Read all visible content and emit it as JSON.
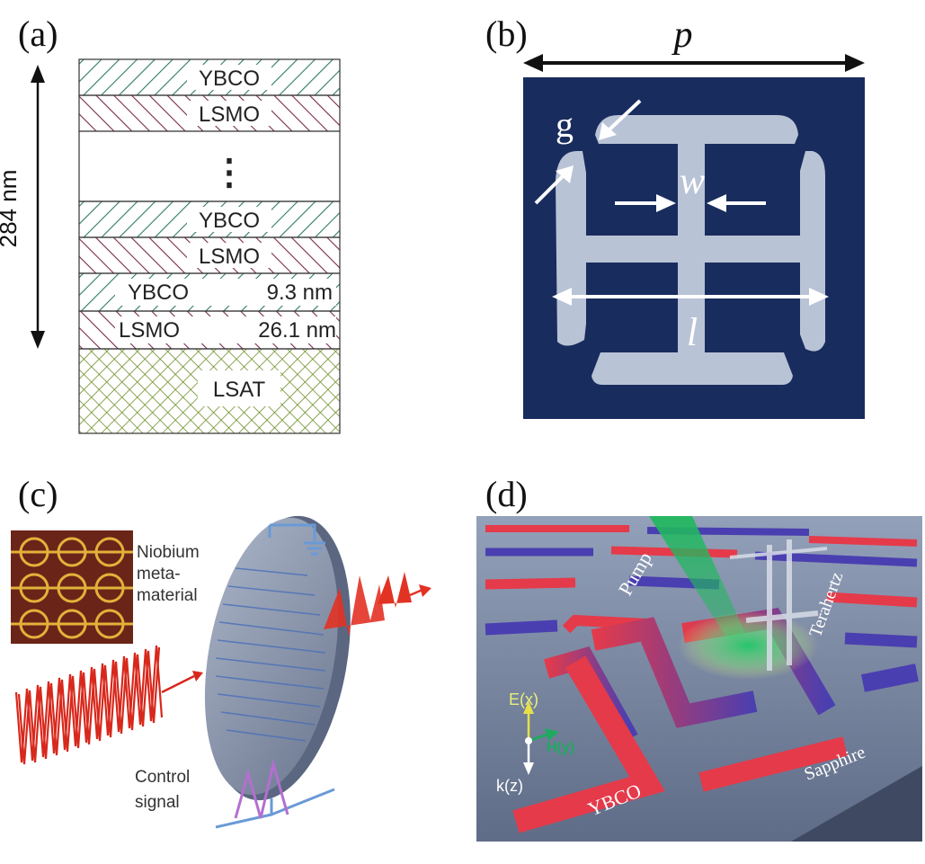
{
  "panels": {
    "a": {
      "label": "(a)",
      "thickness": "284 nm",
      "layers": {
        "ybco_top": "YBCO",
        "lsmo_top": "LSMO",
        "ellipsis": "⋮",
        "ybco_mid": "YBCO",
        "lsmo_mid": "LSMO",
        "ybco_bottom": "YBCO",
        "ybco_bottom_thickness": "9.3 nm",
        "lsmo_bottom": "LSMO",
        "lsmo_bottom_thickness": "26.1 nm",
        "substrate": "LSAT"
      },
      "colors": {
        "ybco_hatch": "#2e7d5b",
        "lsmo_hatch": "#7a2a4e",
        "lsat_hatch": "#6f8f2a"
      }
    },
    "b": {
      "label": "(b)",
      "period": "p",
      "gap": "g",
      "width": "w",
      "length": "l",
      "colors": {
        "background": "#172a59",
        "metal": "#b9c3d6"
      }
    },
    "c": {
      "label": "(c)",
      "inset_label_1": "Niobium",
      "inset_label_2": "meta-",
      "inset_label_3": "material",
      "control_1": "Control",
      "control_2": "signal",
      "colors": {
        "inset_bg": "#6b2418",
        "ring": "#e2b23a",
        "disc": "#8c97ad",
        "wave": "#d8281c"
      }
    },
    "d": {
      "label": "(d)",
      "pump": "Pump",
      "terahertz": "Terahertz",
      "e_field": "E(x)",
      "h_field": "H(y)",
      "k_vector": "k(z)",
      "ybco": "YBCO",
      "substrate": "Sapphire",
      "colors": {
        "surface": "#7d8aa5",
        "red": "#e53a4a",
        "blue": "#4a3fb0",
        "beam": "#2fbf6a"
      }
    }
  }
}
